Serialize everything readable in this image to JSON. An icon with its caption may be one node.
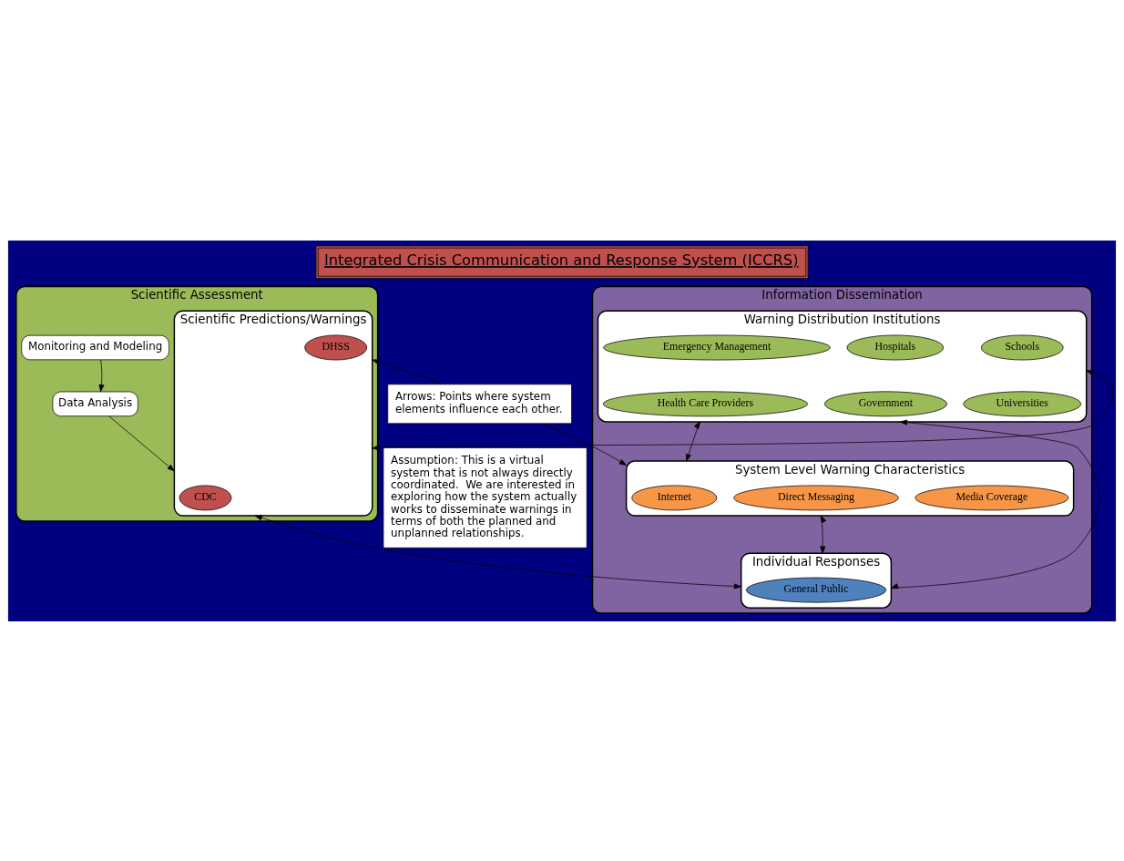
{
  "diagram": {
    "title": "Integrated Crisis Communication and Response System (ICCRS)",
    "nodes": [
      {
        "text": [
          "Scientific Assessment"
        ]
      },
      {
        "text": [
          "Monitoring and Modeling"
        ],
        "in": 0
      },
      {
        "text": [
          "Data Analysis"
        ],
        "in": 0
      },
      {
        "text": [
          "Scientific Predictions/Warnings"
        ],
        "in": 0
      },
      {
        "text": [
          "CDC"
        ],
        "in": 3
      },
      {
        "text": [
          "DHSS"
        ],
        "in": 3
      },
      {
        "text": [
          "Information Dissemination"
        ]
      },
      {
        "text": [
          "Warning Distribution Institutions"
        ],
        "in": 6
      },
      {
        "text": [
          "Schools"
        ],
        "in": 7
      },
      {
        "text": [
          "Hospitals"
        ],
        "in": 7
      },
      {
        "text": [
          "Emergency Management"
        ],
        "in": 7
      },
      {
        "text": [
          "Universities"
        ],
        "in": 7
      },
      {
        "text": [
          "Government"
        ],
        "in": 7
      },
      {
        "text": [
          "Health Care Providers"
        ],
        "in": 7
      },
      {
        "text": [
          "System Level Warning Characteristics"
        ],
        "in": 6
      },
      {
        "text": [
          "Media Coverage"
        ],
        "in": 14
      },
      {
        "text": [
          "Direct Messaging"
        ],
        "in": 14
      },
      {
        "text": [
          "Internet"
        ],
        "in": 14
      },
      {
        "text": [
          "Individual Responses"
        ],
        "in": 6
      },
      {
        "text": [
          "General Public"
        ],
        "in": 18
      }
    ],
    "edges": [
      {
        "from": 1,
        "to": 2,
        "arrow": "to"
      },
      {
        "from": 2,
        "to": 3,
        "arrow": "to"
      },
      {
        "from": 3,
        "to": 7,
        "arrow": "both"
      },
      {
        "from": 3,
        "to": 14,
        "arrow": "both"
      },
      {
        "from": 3,
        "to": 18,
        "arrow": "both"
      },
      {
        "from": 7,
        "to": 14,
        "arrow": "both"
      },
      {
        "from": 14,
        "to": 18,
        "arrow": "both"
      },
      {
        "from": 18,
        "to": 7,
        "arrow": "both"
      }
    ],
    "labels": [
      "Arrows: Points where system elements influence each other.",
      "Assumption: This is a virtual system that is not always directly coordinated.  We are interested in exploring how the system actually works to disseminate warnings in terms of both the planned and unplanned relationships."
    ]
  }
}
